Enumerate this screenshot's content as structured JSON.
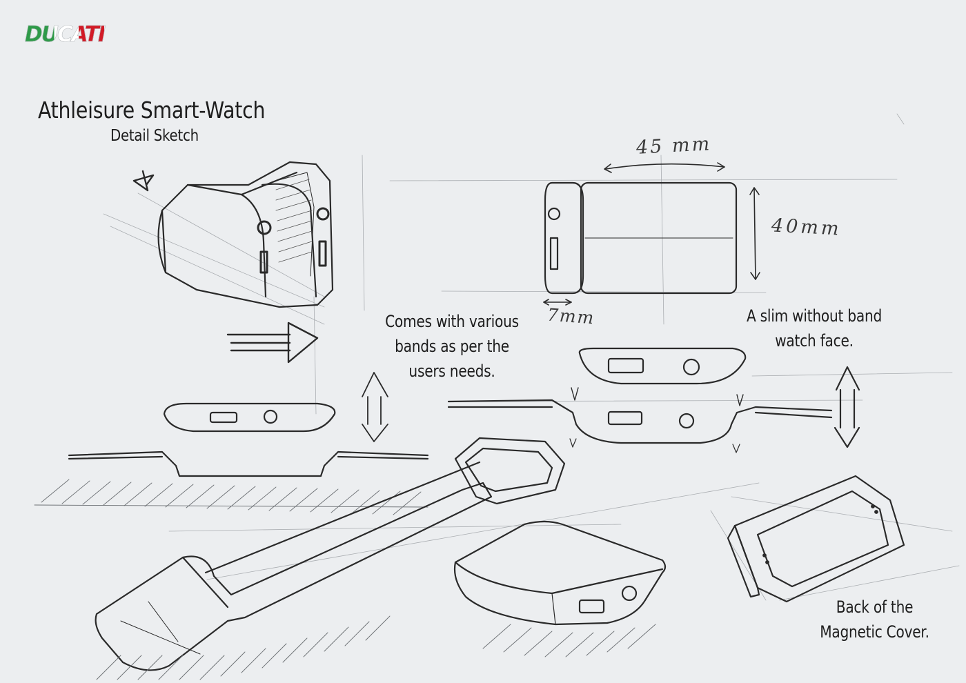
{
  "brand": {
    "logo_text": "DUCATI",
    "colors": [
      "#2e9a48",
      "#ffffff",
      "#d21a26"
    ]
  },
  "header": {
    "title": "Athleisure Smart-Watch",
    "subtitle": "Detail Sketch"
  },
  "notes": {
    "bands": [
      "Comes with various",
      "bands as per the",
      "users needs."
    ],
    "slim": [
      "A slim without band",
      "watch face."
    ],
    "cover": [
      "Back of the",
      "Magnetic Cover."
    ]
  },
  "dimensions": {
    "width": "45 mm",
    "height": "40mm",
    "depth": "7mm"
  },
  "icons": [
    "star-doodle-icon",
    "arrow-icon",
    "double-arrow-icon"
  ]
}
